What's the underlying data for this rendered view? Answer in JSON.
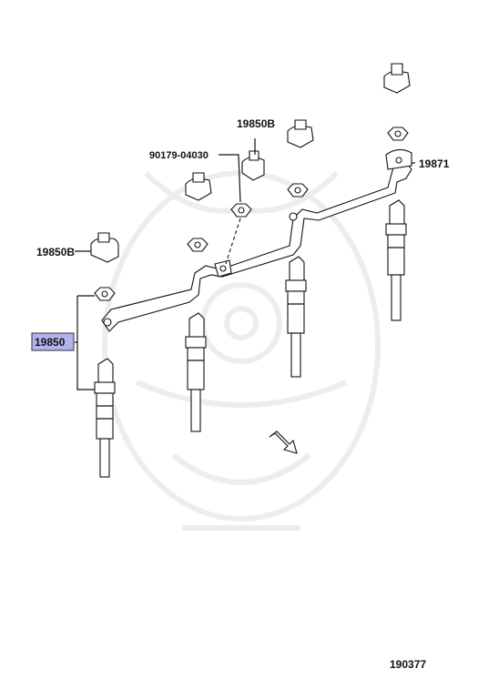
{
  "diagram": {
    "labels": {
      "plug": "19850",
      "connector_upper": "19850B",
      "connector_lower": "19850B",
      "bolt": "90179-04030",
      "bus_bar": "19871"
    },
    "figure_number": "190377",
    "highlight_color": "#b3b3ec"
  }
}
